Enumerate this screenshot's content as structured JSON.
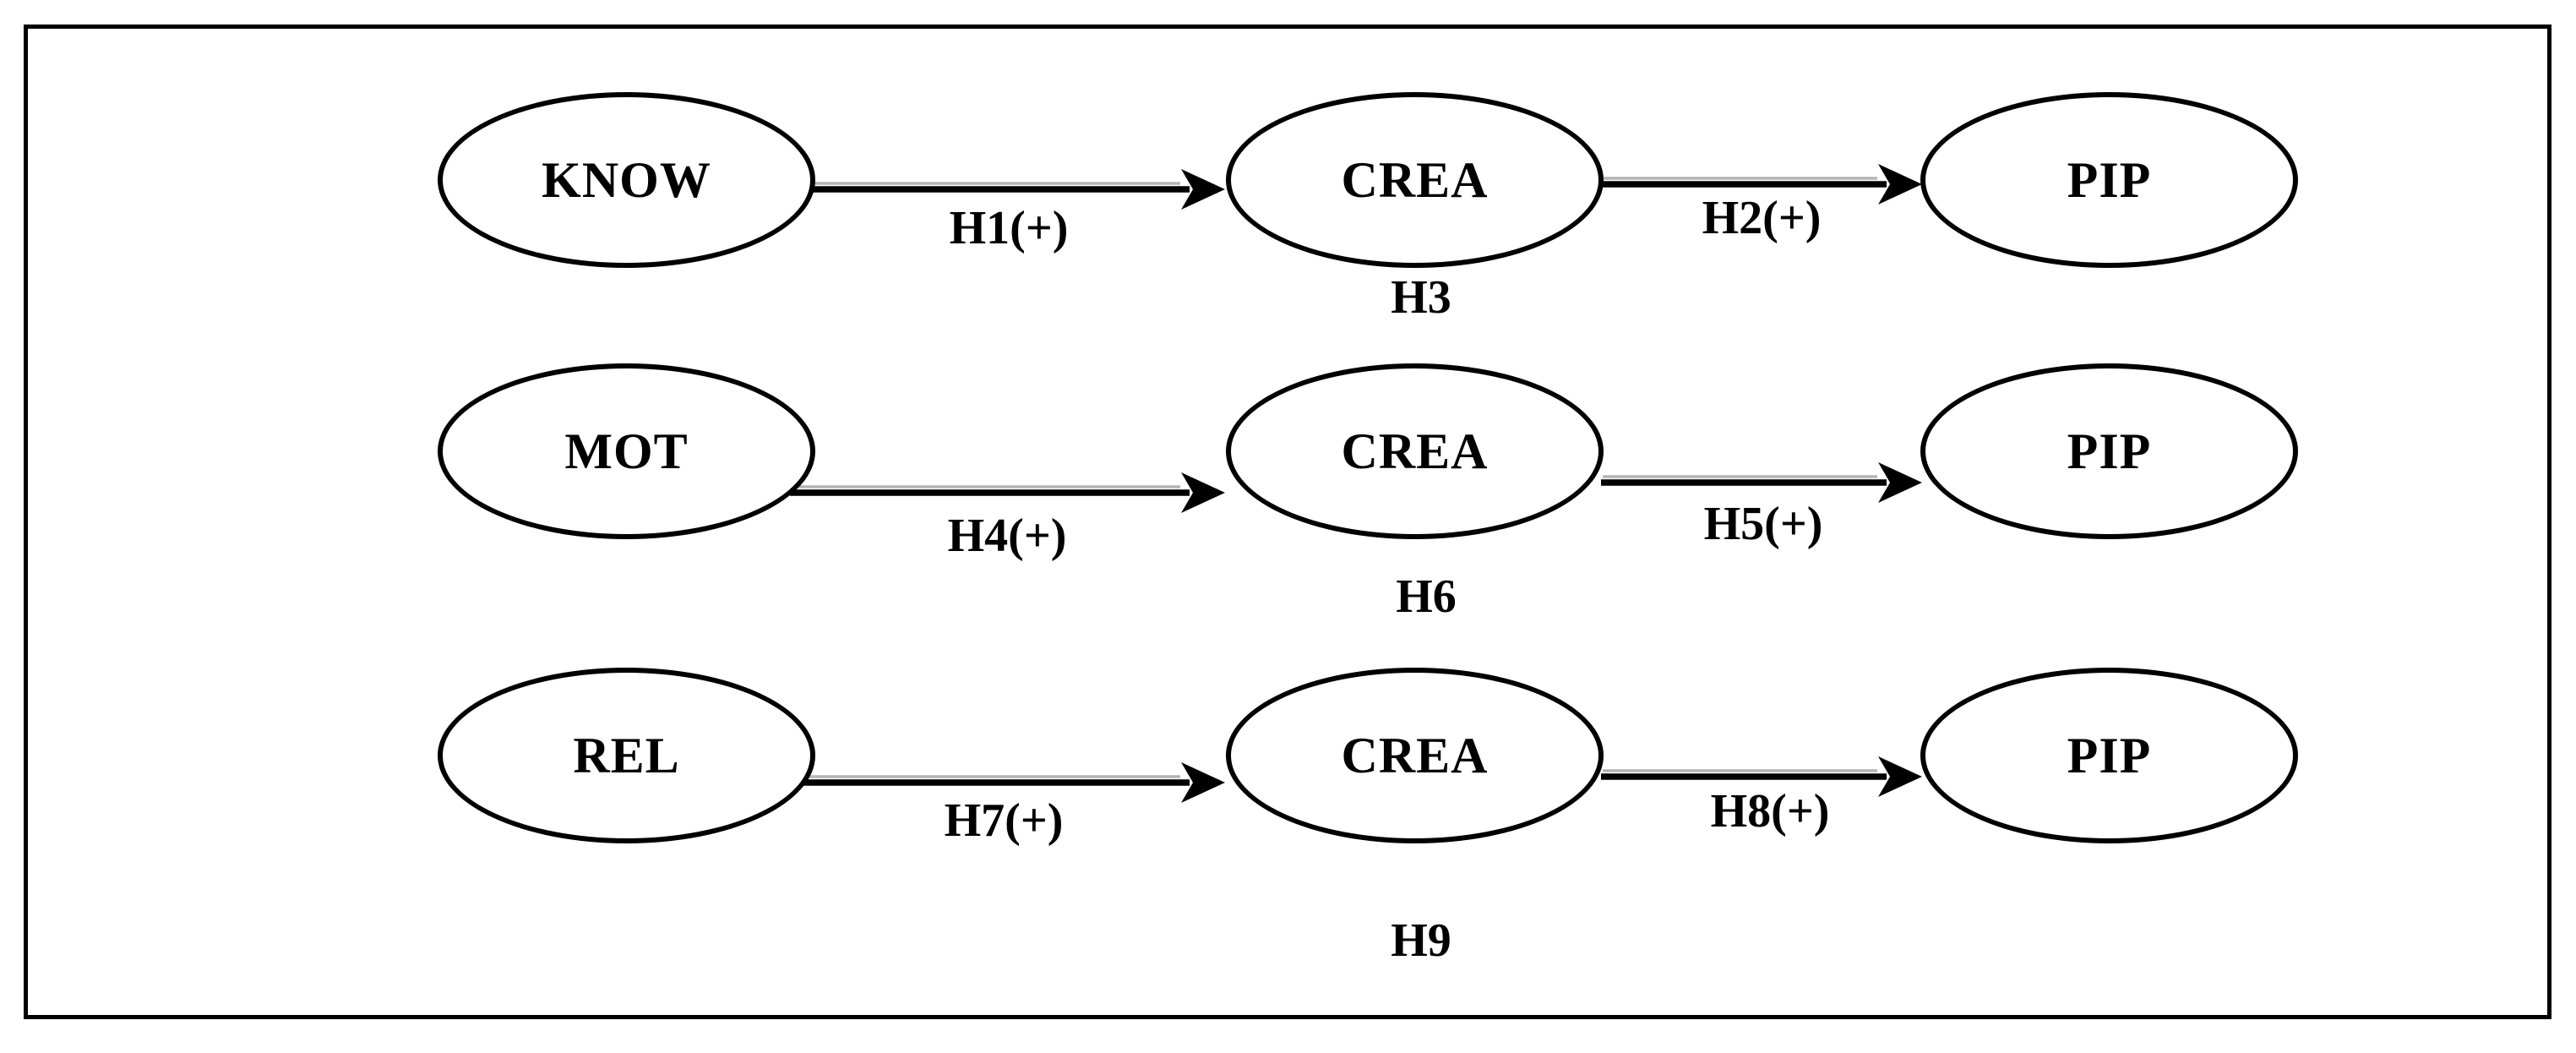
{
  "figure": {
    "background_color": "#ffffff",
    "ink_color": "#000000",
    "rows": [
      {
        "source": "KNOW",
        "mediator": "CREA",
        "outcome": "PIP",
        "path1_label": "H1(+)",
        "path2_label": "H2(+)",
        "mediation_label": "H3"
      },
      {
        "source": "MOT",
        "mediator": "CREA",
        "outcome": "PIP",
        "path1_label": "H4(+)",
        "path2_label": "H5(+)",
        "mediation_label": "H6"
      },
      {
        "source": "REL",
        "mediator": "CREA",
        "outcome": "PIP",
        "path1_label": "H7(+)",
        "path2_label": "H8(+)",
        "mediation_label": "H9"
      }
    ]
  }
}
